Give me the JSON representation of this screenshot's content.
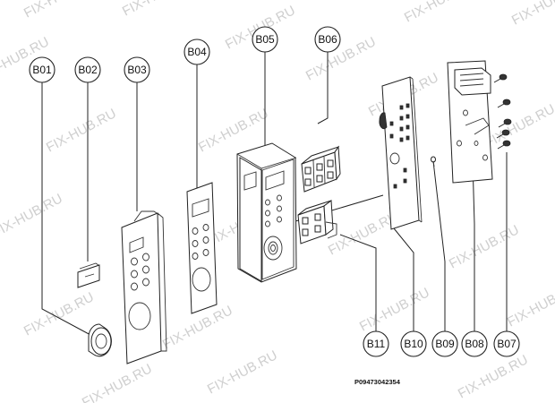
{
  "watermark": "FIX-HUB.RU",
  "callouts": [
    "B01",
    "B02",
    "B03",
    "B04",
    "B05",
    "B06",
    "B11",
    "B10",
    "B09",
    "B08",
    "B07"
  ],
  "diagram_code": "P09473042354"
}
